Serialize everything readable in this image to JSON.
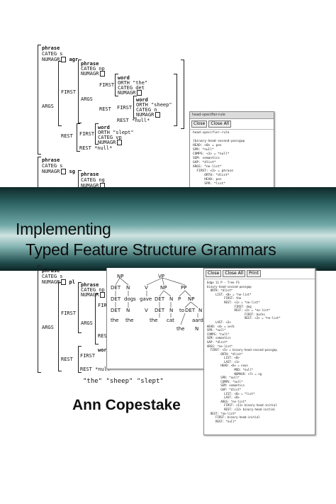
{
  "book": {
    "title_line1": "Implementing",
    "title_line2": "Typed Feature Structure Grammars",
    "author": "Ann Copestake"
  },
  "avm_top": {
    "lines": [
      "phrase",
      "CATEG s",
      "NUMAGR",
      "agr",
      "phrase",
      "CATEG np",
      "NUMAGR",
      "ARGS",
      "FIRST",
      "word",
      "ORTH \"the\"",
      "CATEG det",
      "NUMAGR",
      "FIRST",
      "REST",
      "word",
      "ORTH \"sheep\"",
      "CATEG n",
      "NUMAGR",
      "REST *null*",
      "REST",
      "FIRST",
      "word",
      "ORTH \"slept\"",
      "CATEG vp",
      "NUMAGR",
      "REST *null*"
    ]
  },
  "avm_mid": {
    "phrase": "phrase",
    "categ": "CATEG s",
    "numagr": "NUMAGR",
    "agr": "sg",
    "inner_phrase": "phrase",
    "inner_categ": "CATEG ng",
    "inner_numagr": "NUMAGR"
  },
  "avm_bottom": {
    "phrase": "phrase",
    "categ": "CATEG s",
    "numagr": "NUMAGR",
    "agr": "pl",
    "inner_phrase": "phrase",
    "inner_categ": "CATEG np",
    "inner_numagr": "NUMAGR",
    "args": "ARGS",
    "first": "FIRST",
    "rest": "REST",
    "word": "wor",
    "rest_null": "REST *null*",
    "sentence": "\"the\" \"sheep\" \"slept\""
  },
  "window_top": {
    "buttons": [
      "Close",
      "Close All"
    ],
    "header": "head-specifier-rule",
    "lines": [
      "[binary-head-second-passgap",
      "HEAD: <0> = pos",
      "SPR: *null*",
      "COMPS: <1> = *null*",
      "SEM: semantics",
      "GAP: *dlist*",
      "ARGS: *ne-list*",
      "FIRST: <2> = phrase",
      "ORTH: *dlist*",
      "HEAD: pos",
      "SPR: *list*"
    ]
  },
  "window_bottom": {
    "buttons": [
      "Close",
      "Close All",
      "Print"
    ],
    "header": "Edge 11 P - Tree FS",
    "lines": [
      "binary-head-second-passgap",
      "ORTH: *dlist*",
      "LIST: <0> = *ne-list*",
      "FIRST: the",
      "REST: <1> = *ne-list*",
      "FIRST: dog",
      "REST: <2> = *ne-list*",
      "FIRST: barks",
      "REST: <3> = *ne-list*",
      "LAST: <3>",
      "HEAD: <4> = verb",
      "SPR: *null*",
      "COMPS: *null*",
      "SEM: semantics",
      "GAP: *dlist*",
      "ARGS: *ne-list*",
      "FIRST: <5> = binary-head-second-passgap",
      "ORTH: *dlist*",
      "LIST: <0>",
      "LAST: <1>",
      "HEAD: <6> = noun",
      "MOD: *null*",
      "NUMAGR: <7> = sg",
      "SPR: *null*",
      "COMPS: *null*",
      "SEM: semantics",
      "GAP: *dlist*",
      "LIST: <8> = *list*",
      "LAST: <8>",
      "ARGS: *ne-list*",
      "FIRST: <11> binary-head-initial",
      "REST: <12> binary-head-initial",
      "REST: *ne-list*",
      "FIRST: binary-head-initial",
      "REST: *null*"
    ]
  },
  "tree": {
    "row1": [
      "NP",
      "VP"
    ],
    "row2": [
      "DET",
      "N",
      "V",
      "NP",
      "PP"
    ],
    "row3": [
      "DET",
      "dogs",
      "gave",
      "DET",
      "N",
      "P",
      "NP"
    ],
    "row4": [
      "DET",
      "N",
      "V",
      "DET",
      "N",
      "to",
      "DET",
      "N"
    ],
    "row5": [
      "the",
      "the",
      "cat",
      "the",
      "aardvar"
    ],
    "row6": [
      "the",
      "N"
    ]
  }
}
